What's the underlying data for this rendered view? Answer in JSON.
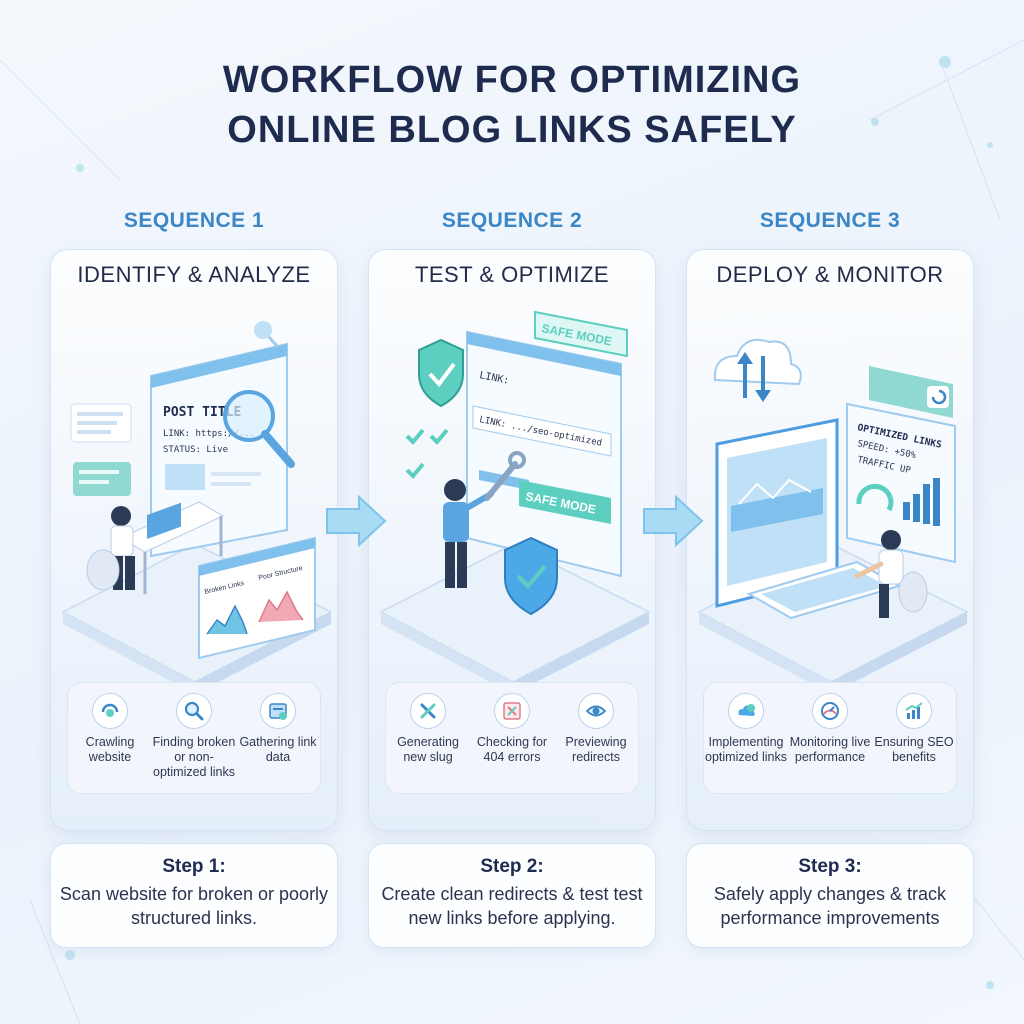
{
  "title": {
    "line1": "WORKFLOW FOR OPTIMIZING",
    "line2": "ONLINE BLOG LINKS SAFELY"
  },
  "sequences": [
    {
      "label": "SEQUENCE 1",
      "title": "IDENTIFY & ANALYZE",
      "screen": {
        "post_title": "POST TITLE",
        "link": "LINK: https://...",
        "status": "STATUS: Live",
        "chart_a": "Broken Links",
        "chart_b": "Poor Structure"
      },
      "icons": [
        {
          "icon": "crawler-icon",
          "label": "Crawling website"
        },
        {
          "icon": "search-icon",
          "label": "Finding broken or non-optimized links"
        },
        {
          "icon": "data-icon",
          "label": "Gathering link data"
        }
      ],
      "step": {
        "heading": "Step 1:",
        "description": "Scan website for broken or poorly structured links."
      }
    },
    {
      "label": "SEQUENCE 2",
      "title": "TEST & OPTIMIZE",
      "screen": {
        "link": "LINK:",
        "link_slug": "LINK: .../seo-optimized",
        "safe_mode_top": "SAFE MODE",
        "safe_mode_bottom": "SAFE MODE"
      },
      "icons": [
        {
          "icon": "tools-icon",
          "label": "Generating new slug"
        },
        {
          "icon": "error-check-icon",
          "label": "Checking for 404 errors"
        },
        {
          "icon": "eye-icon",
          "label": "Previewing redirects"
        }
      ],
      "step": {
        "heading": "Step 2:",
        "description": "Create clean redirects & test test new links before applying."
      }
    },
    {
      "label": "SEQUENCE 3",
      "title": "DEPLOY & MONITOR",
      "screen": {
        "optimized": "OPTIMIZED LINKS",
        "speed": "SPEED: +50%",
        "traffic": "TRAFFIC UP"
      },
      "icons": [
        {
          "icon": "cloud-check-icon",
          "label": "Implementing optimized links"
        },
        {
          "icon": "gauge-icon",
          "label": "Monitoring live performance"
        },
        {
          "icon": "growth-chart-icon",
          "label": "Ensuring SEO benefits"
        }
      ],
      "step": {
        "heading": "Step 3:",
        "description": "Safely apply changes & track performance improvements"
      }
    }
  ],
  "colors": {
    "accent": "#3b86c6",
    "title": "#1e2b4f",
    "arrow": "#7ec3ea",
    "teal": "#5ccfc0",
    "screen_blue": "#bfe0f6"
  }
}
